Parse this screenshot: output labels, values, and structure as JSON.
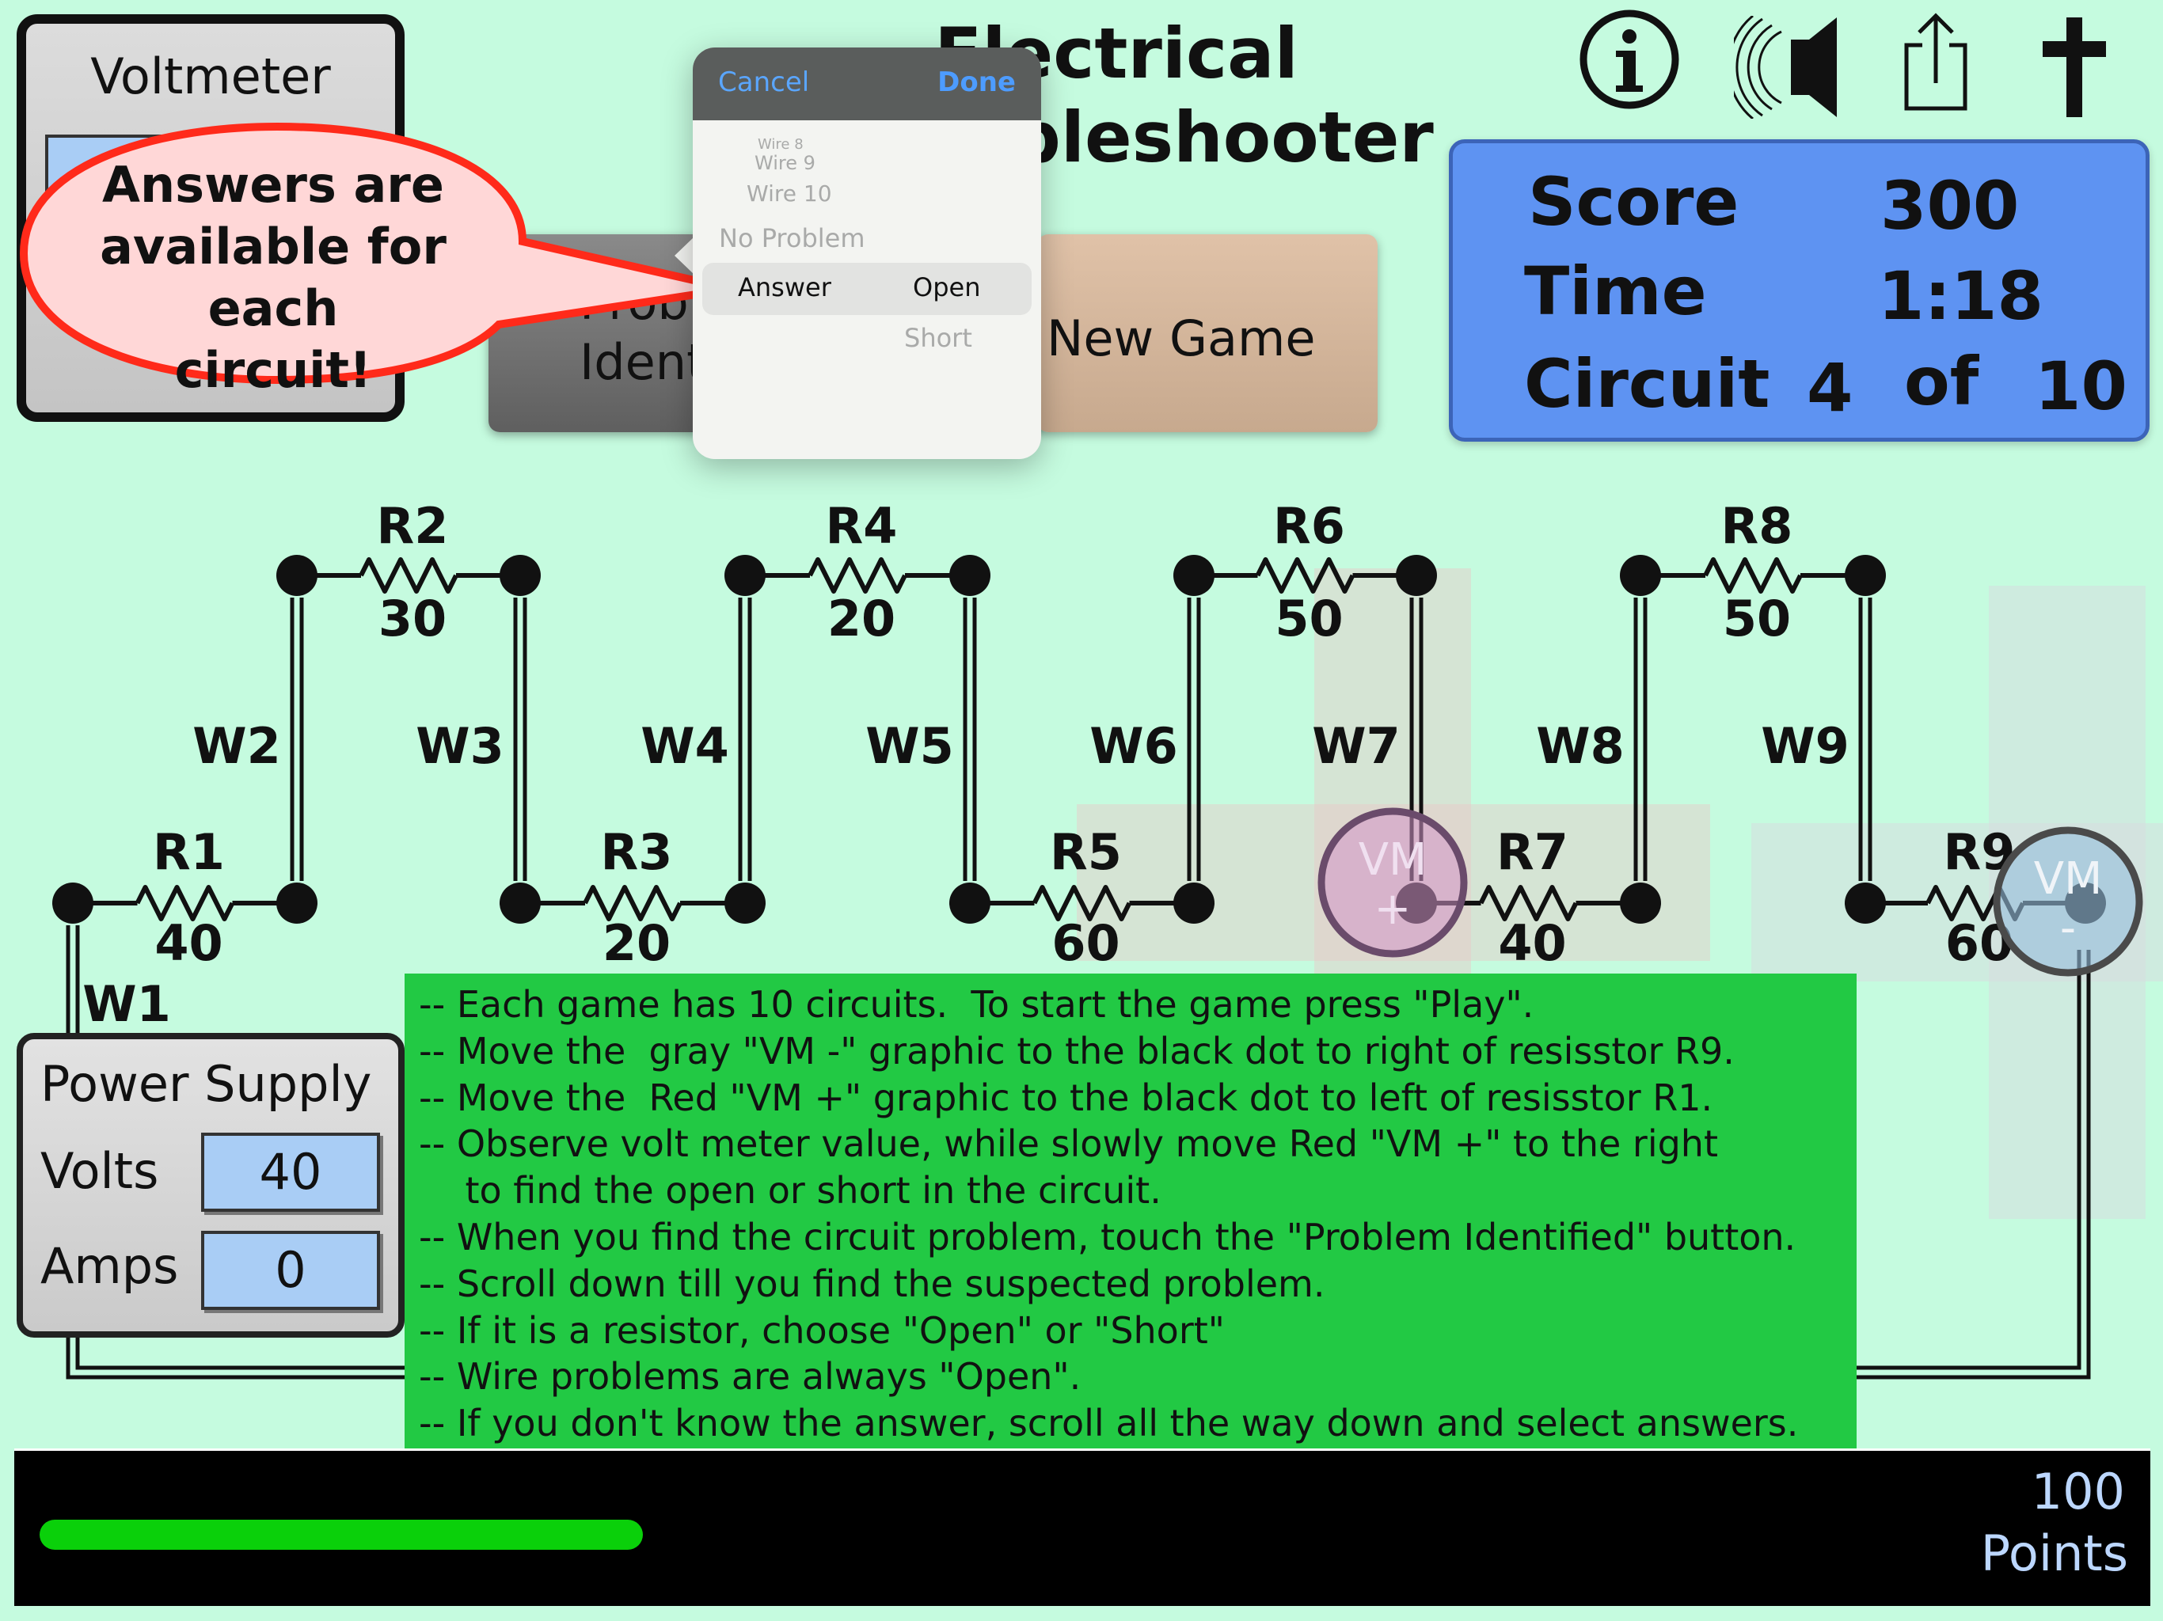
{
  "voltmeter": {
    "title": "Voltmeter"
  },
  "callout": {
    "line1": "Answers are",
    "line2": "available for each",
    "line3": "circuit!"
  },
  "title": {
    "line1": "Electrical",
    "line2": "Troubleshooter"
  },
  "buttons": {
    "problem_line1": "Problem",
    "problem_line2": "Identified",
    "new_game": "New Game"
  },
  "picker": {
    "cancel": "Cancel",
    "done": "Done",
    "rows": [
      "Wire 8",
      "Wire 9",
      "Wire 10",
      "No Problem",
      "Answer",
      "Open",
      "Short"
    ]
  },
  "score": {
    "score_label": "Score",
    "score_value": "300",
    "time_label": "Time",
    "time_value": "1:18",
    "circuit_label": "Circuit",
    "circuit_num": "4",
    "of_label": "of",
    "circuit_total": "10"
  },
  "icons": [
    "info-icon",
    "speaker-icon",
    "share-icon",
    "cross-icon"
  ],
  "circuit": {
    "resistors": [
      {
        "name": "R1",
        "value": "40"
      },
      {
        "name": "R2",
        "value": "30"
      },
      {
        "name": "R3",
        "value": "20"
      },
      {
        "name": "R4",
        "value": "20"
      },
      {
        "name": "R5",
        "value": "60"
      },
      {
        "name": "R6",
        "value": "50"
      },
      {
        "name": "R7",
        "value": "40"
      },
      {
        "name": "R8",
        "value": "50"
      },
      {
        "name": "R9",
        "value": "60"
      }
    ],
    "wires": [
      "W1",
      "W2",
      "W3",
      "W4",
      "W5",
      "W6",
      "W7",
      "W8",
      "W9"
    ],
    "probe_pos": "VM\n+",
    "probe_neg": "VM\n-"
  },
  "power_supply": {
    "title": "Power Supply",
    "volts_label": "Volts",
    "volts_value": "40",
    "amps_label": "Amps",
    "amps_value": "0"
  },
  "instructions": [
    "-- Each game has 10 circuits.  To start the game press \"Play\".",
    "-- Move the  gray \"VM -\" graphic to the black dot to right of resisstor R9.",
    "-- Move the  Red \"VM +\" graphic to the black dot to left of resisstor R1.",
    "-- Observe volt meter value, while slowly move Red \"VM +\" to the right",
    "    to find the open or short in the circuit.",
    "-- When you find the circuit problem, touch the \"Problem Identified\" button.",
    "-- Scroll down till you find the suspected problem.",
    "-- If it is a resistor, choose \"Open\" or \"Short\"",
    "-- Wire problems are always \"Open\".",
    "-- If you don't know the answer, scroll all the way down and select answers."
  ],
  "bottom": {
    "points_value": "100",
    "points_label": "Points",
    "progress": 0.6
  }
}
